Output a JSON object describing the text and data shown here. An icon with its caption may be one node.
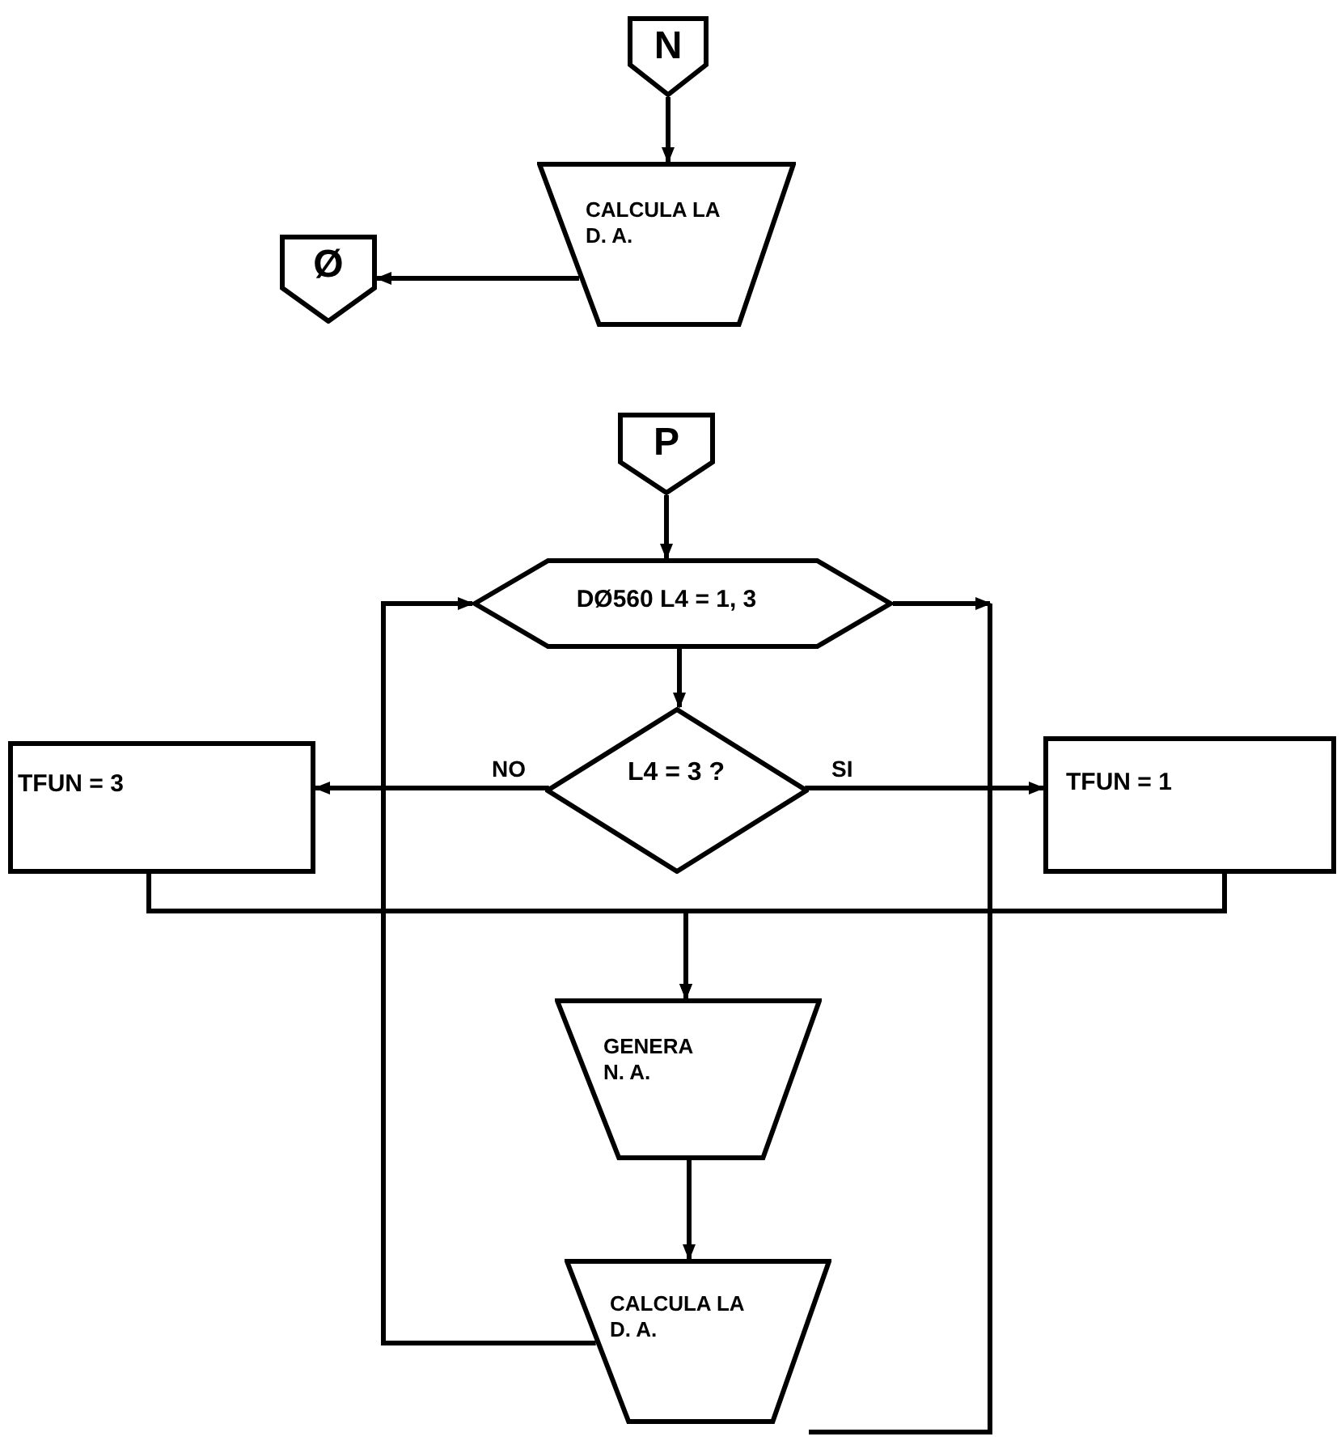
{
  "diagram": {
    "nodes": [
      {
        "text": [
          "N"
        ]
      },
      {
        "text": [
          "CALCULA LA D. A."
        ]
      },
      {
        "text": [
          "Ø"
        ]
      },
      {
        "text": [
          "P"
        ]
      },
      {
        "text": [
          "DØ560 L4 = 1, 3"
        ]
      },
      {
        "text": [
          "L4 = 3 ?"
        ]
      },
      {
        "text": [
          "TFUN = 3"
        ]
      },
      {
        "text": [
          "TFUN = 1"
        ]
      },
      {
        "text": [
          "GENERA N. A."
        ]
      },
      {
        "text": [
          "CALCULA LA D. A."
        ]
      }
    ],
    "edges": [
      {
        "from": 0,
        "to": 1,
        "arrow": "to"
      },
      {
        "from": 1,
        "to": 2,
        "arrow": "to"
      },
      {
        "from": 3,
        "to": 4,
        "arrow": "to"
      },
      {
        "from": 4,
        "to": 5,
        "arrow": "to"
      },
      {
        "from": 5,
        "to": 6,
        "arrow": "to",
        "label": "NO"
      },
      {
        "from": 5,
        "to": 7,
        "arrow": "to",
        "label": "SI"
      },
      {
        "from": 6,
        "to": 8,
        "arrow": "to"
      },
      {
        "from": 7,
        "to": 8,
        "arrow": "to"
      },
      {
        "from": 8,
        "to": 9,
        "arrow": "to"
      },
      {
        "from": 9,
        "to": 4,
        "arrow": "to"
      },
      {
        "from": 4,
        "to": null,
        "arrow": "to"
      }
    ]
  }
}
